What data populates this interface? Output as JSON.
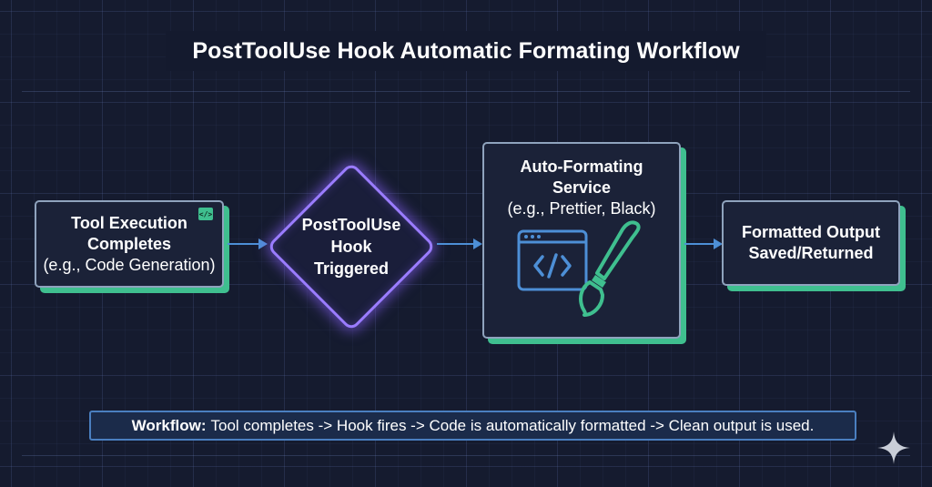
{
  "title": "PostToolUse Hook Automatic Formating Workflow",
  "nodes": {
    "tool": {
      "line1": "Tool Execution",
      "line2": "Completes",
      "line3": "(e.g., Code Generation)",
      "badge": "</>"
    },
    "hook": {
      "line1": "PostToolUse",
      "line2": "Hook",
      "line3": "Triggered"
    },
    "service": {
      "line1": "Auto-Formating",
      "line2": "Service",
      "line3": "(e.g., Prettier, Black)",
      "icons": [
        "code-window-icon",
        "paintbrush-icon"
      ]
    },
    "output": {
      "line1": "Formatted Output",
      "line2": "Saved/Returned"
    }
  },
  "footer": {
    "label": "Workflow:",
    "text": "Tool completes -> Hook fires -> Code is automatically formatted -> Clean output is used."
  },
  "colors": {
    "background": "#151b2f",
    "box_border": "#8fa3bd",
    "box_shadow": "#3fbf8f",
    "diamond_glow": "#9a7cff",
    "arrow": "#4d8fd6",
    "footer_border": "#4a7fc0"
  }
}
